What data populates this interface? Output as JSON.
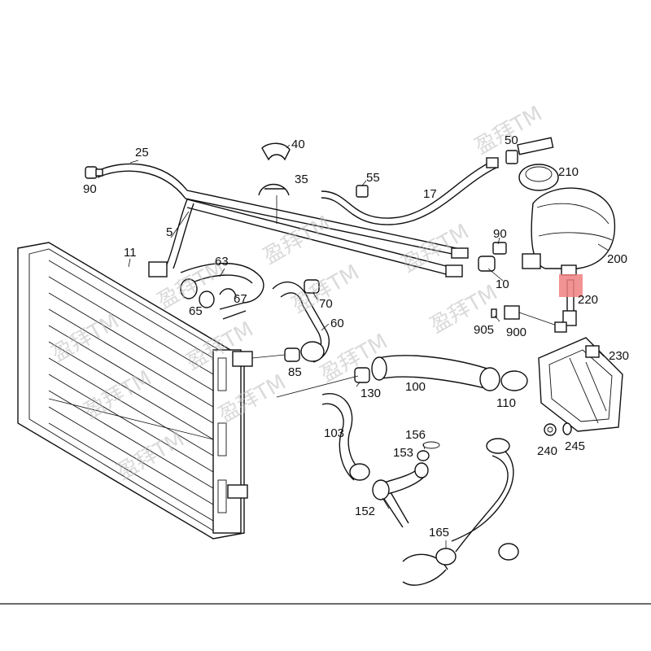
{
  "labels": {
    "p25": "25",
    "p90a": "90",
    "p40": "40",
    "p35": "35",
    "p55": "55",
    "p17": "17",
    "p50": "50",
    "p210": "210",
    "p5": "5",
    "p11": "11",
    "p63": "63",
    "p65": "65",
    "p67": "67",
    "p70": "70",
    "p60": "60",
    "p90b": "90",
    "p10": "10",
    "p200": "200",
    "p220": "220",
    "p905": "905",
    "p900": "900",
    "p230": "230",
    "p85": "85",
    "p130": "130",
    "p100": "100",
    "p110": "110",
    "p103": "103",
    "p156": "156",
    "p153": "153",
    "p152": "152",
    "p240": "240",
    "p245": "245",
    "p165": "165"
  },
  "watermark": {
    "text": "盈拜TM",
    "color": "#bdbdbd"
  },
  "highlight": {
    "color": "#f08080"
  }
}
